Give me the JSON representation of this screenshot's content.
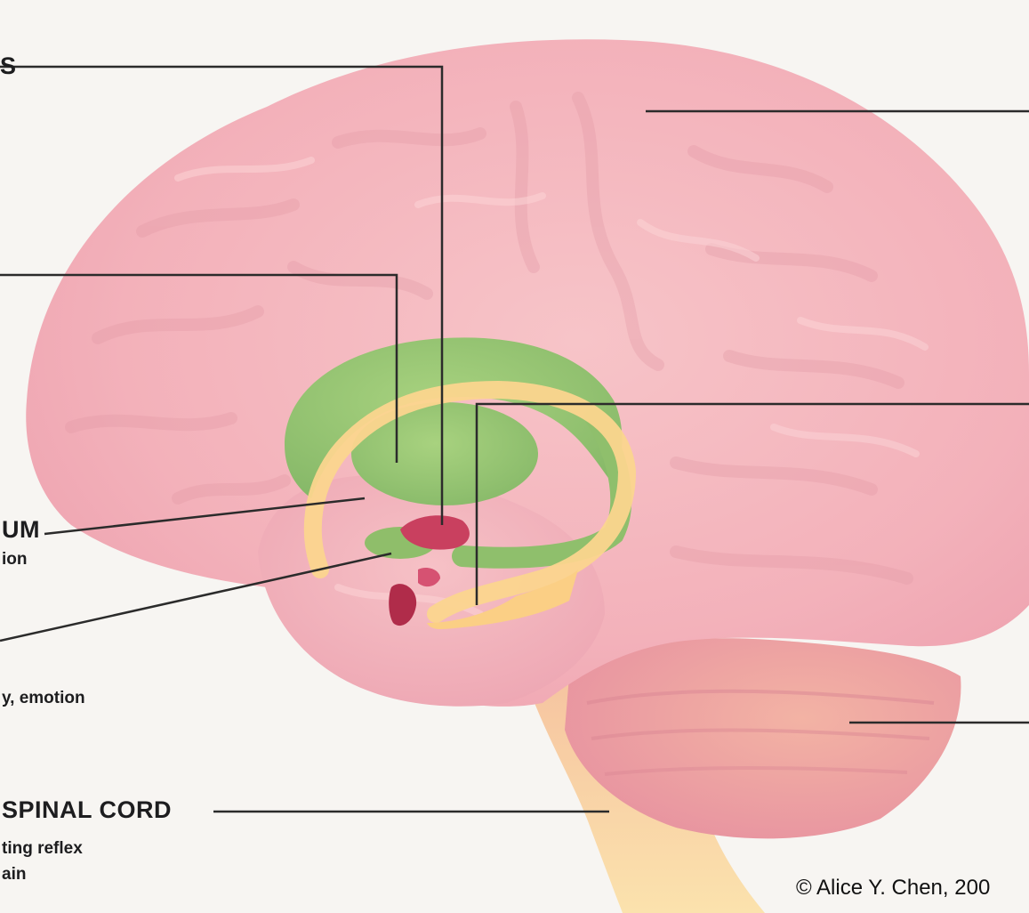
{
  "labels": {
    "top_left": "S",
    "striatum_name": "UM",
    "striatum_desc": "ion",
    "amygdala_desc": "y, emotion",
    "spinal_cord_name": "SPINAL CORD",
    "spinal_cord_desc_1": "ting reflex",
    "spinal_cord_desc_2": "ain"
  },
  "credit": "© Alice Y. Chen, 200",
  "colors": {
    "cortex": "#f5b8bf",
    "limbic_green": "#9cc878",
    "fornix_yellow": "#fad08a",
    "hypothalamus": "#c83a5c",
    "spinal_cord": "#f8d89e",
    "leader_line": "#2b2b2b"
  }
}
